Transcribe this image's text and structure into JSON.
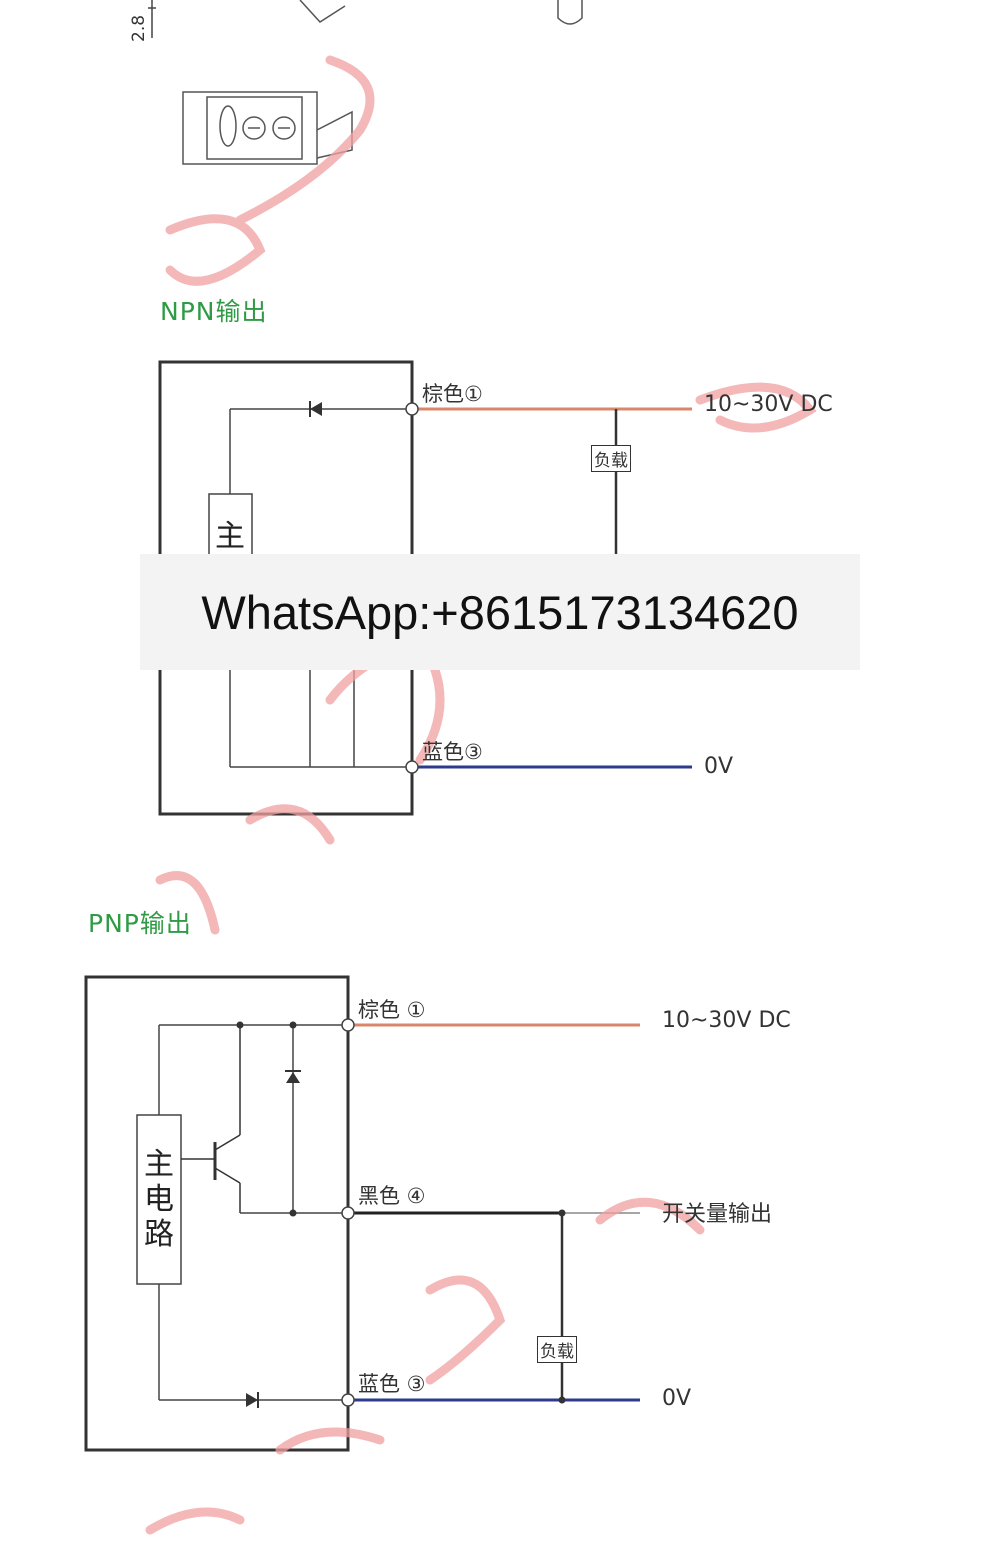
{
  "dimension_label": "2.8",
  "npn": {
    "title": "NPN输出",
    "brown_label": "棕色①",
    "blue_label": "蓝色③",
    "voltage": "10~30V DC",
    "ground": "0V",
    "load": "负载",
    "main_circuit_partial": "主"
  },
  "pnp": {
    "title": "PNP输出",
    "brown_label": "棕色 ①",
    "black_label": "黑色 ④",
    "blue_label": "蓝色 ③",
    "voltage": "10~30V DC",
    "switch_output": "开关量输出",
    "ground": "0V",
    "load": "负载",
    "main_circuit": [
      "主",
      "电",
      "路"
    ]
  },
  "banner": {
    "text": "WhatsApp:+8615173134620"
  },
  "colors": {
    "brown_wire": "#d8876a",
    "blue_wire": "#2e3a8c",
    "title_green": "#2f9b45",
    "watermark": "#f0a0a0"
  }
}
